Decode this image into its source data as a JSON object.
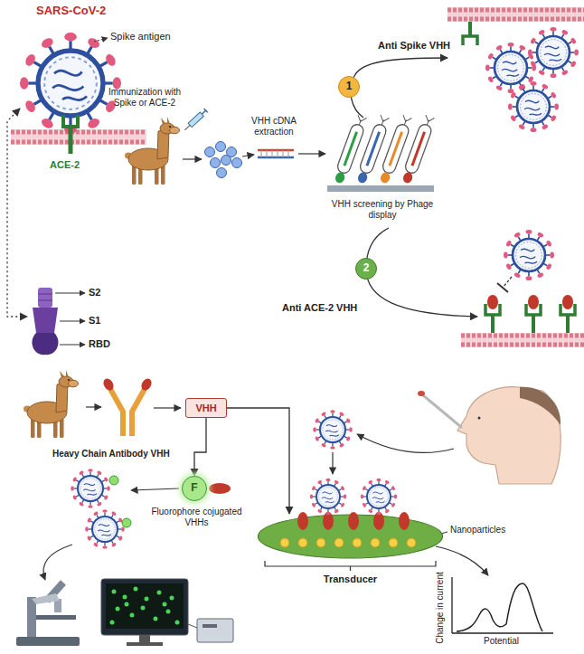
{
  "diagram": {
    "nodes": [
      {
        "text": [
          "1"
        ]
      },
      {
        "text": [
          "2"
        ]
      },
      {
        "text": [
          "VHH"
        ]
      },
      {
        "text": [
          "F"
        ]
      },
      {
        "text": [
          "Transducer"
        ]
      }
    ],
    "edges": [
      {
        "from": 2,
        "to": 3,
        "arrow": "to"
      },
      {
        "from": 2,
        "to": 4,
        "arrow": "to"
      }
    ],
    "labels": [
      "SARS-CoV-2",
      "Spike antigen",
      "ACE-2",
      "Immunization with Spike or ACE-2",
      "VHH cDNA extraction",
      "Anti Spike VHH",
      "VHH screening by Phage display",
      "Anti ACE-2 VHH",
      "S2",
      "S1",
      "RBD",
      "Heavy Chain Antibody VHH",
      "Fluorophore cojugated VHHs",
      "Nanoparticles",
      "Change in current",
      "Potential"
    ]
  }
}
